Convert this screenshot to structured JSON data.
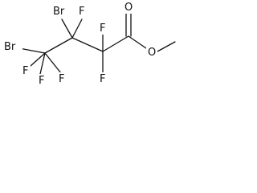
{
  "molecule": {
    "atoms": {
      "br1": "Br",
      "br2": "Br",
      "f_c3_top": "F",
      "f_c4_left": "F",
      "f_c4_bottom_left": "F",
      "f_c4_bottom_right": "F",
      "f_c2_top": "F",
      "f_c2_bottom": "F",
      "o_carbonyl": "O",
      "o_ester": "O"
    }
  }
}
